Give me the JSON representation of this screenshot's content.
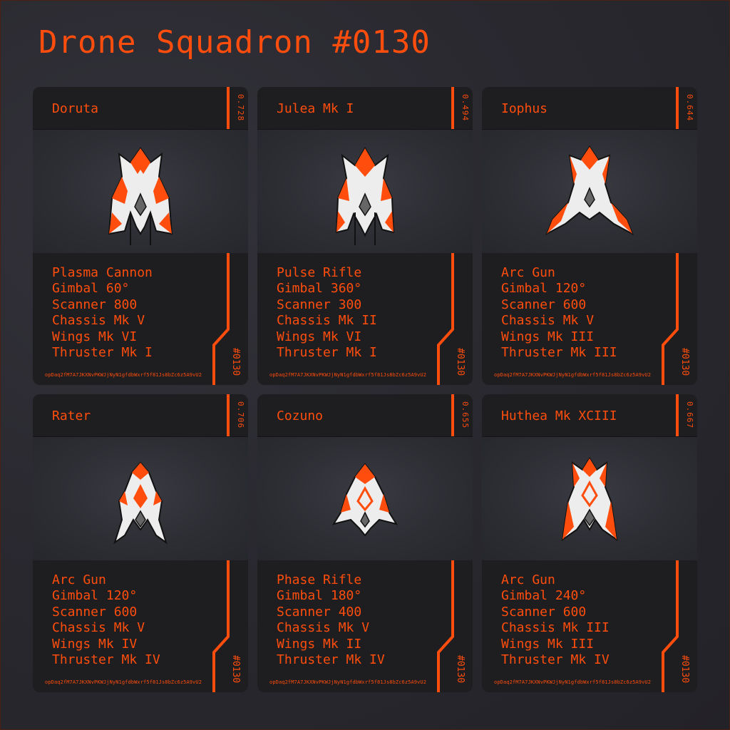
{
  "title": "Drone Squadron #0130",
  "accent_color": "#ff4d0d",
  "cards": [
    {
      "name": "Doruta",
      "score": "0.728",
      "weapon": "Plasma Cannon",
      "gimbal": "Gimbal 60°",
      "scanner": "Scanner 800",
      "chassis": "Chassis Mk V",
      "wings": "Wings Mk VI",
      "thruster": "Thruster Mk I",
      "tag": "#0130",
      "hash": "opDaq2fM7A7JKXNvPKWJjNyN1gfdbWxrf5f81Js8bZc6z5A9vU2",
      "icon": "drone-ship-icon"
    },
    {
      "name": "Julea Mk I",
      "score": "0.494",
      "weapon": "Pulse Rifle",
      "gimbal": "Gimbal 360°",
      "scanner": "Scanner 300",
      "chassis": "Chassis Mk II",
      "wings": "Wings Mk VI",
      "thruster": "Thruster Mk I",
      "tag": "#0130",
      "hash": "opDaq2fM7A7JKXNvPKWJjNyN1gfdbWxrf5f81Js8bZc6z5A9vU2",
      "icon": "drone-ship-icon"
    },
    {
      "name": "Iophus",
      "score": "0.644",
      "weapon": "Arc Gun",
      "gimbal": "Gimbal 120°",
      "scanner": "Scanner 600",
      "chassis": "Chassis Mk V",
      "wings": "Wings Mk III",
      "thruster": "Thruster Mk III",
      "tag": "#0130",
      "hash": "opDaq2fM7A7JKXNvPKWJjNyN1gfdbWxrf5f81Js8bZc6z5A9vU2",
      "icon": "drone-ship-icon"
    },
    {
      "name": "Rater",
      "score": "0.706",
      "weapon": "Arc Gun",
      "gimbal": "Gimbal 120°",
      "scanner": "Scanner 600",
      "chassis": "Chassis Mk V",
      "wings": "Wings Mk IV",
      "thruster": "Thruster Mk IV",
      "tag": "#0130",
      "hash": "opDaq2fM7A7JKXNvPKWJjNyN1gfdbWxrf5f81Js8bZc6z5A9vU2",
      "icon": "drone-ship-icon"
    },
    {
      "name": "Cozuno",
      "score": "0.655",
      "weapon": "Phase Rifle",
      "gimbal": "Gimbal 180°",
      "scanner": "Scanner 400",
      "chassis": "Chassis Mk V",
      "wings": "Wings Mk II",
      "thruster": "Thruster Mk IV",
      "tag": "#0130",
      "hash": "opDaq2fM7A7JKXNvPKWJjNyN1gfdbWxrf5f81Js8bZc6z5A9vU2",
      "icon": "drone-ship-icon"
    },
    {
      "name": "Huthea Mk XCIII",
      "score": "0.667",
      "weapon": "Arc Gun",
      "gimbal": "Gimbal 240°",
      "scanner": "Scanner 600",
      "chassis": "Chassis Mk III",
      "wings": "Wings Mk III",
      "thruster": "Thruster Mk IV",
      "tag": "#0130",
      "hash": "opDaq2fM7A7JKXNvPKWJjNyN1gfdbWxrf5f81Js8bZc6z5A9vU2",
      "icon": "drone-ship-icon"
    }
  ]
}
